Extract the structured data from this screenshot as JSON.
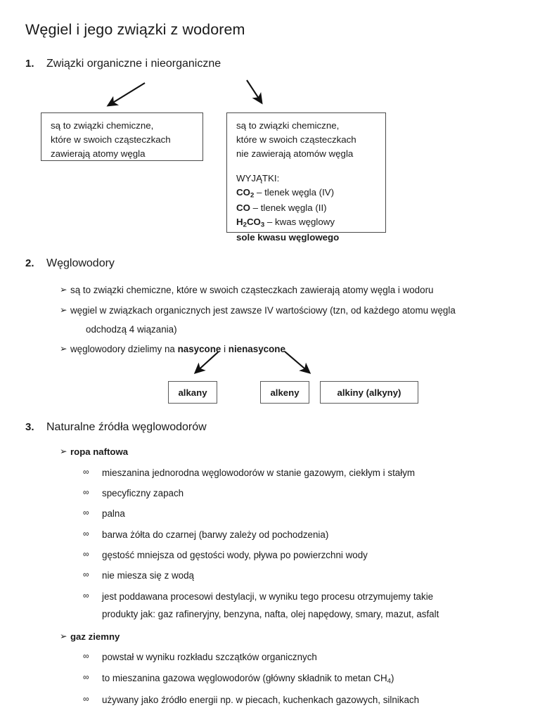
{
  "document": {
    "title": "Węgiel i jego związki z wodorem"
  },
  "sections": [
    {
      "number": "1.",
      "heading": "Związki organiczne i nieorganiczne",
      "boxes": {
        "organic": {
          "line1": "są to związki chemiczne,",
          "line2": "które w swoich cząsteczkach",
          "line3": "zawierają atomy węgla"
        },
        "inorganic": {
          "line1": "są to związki chemiczne,",
          "line2": "które w swoich cząsteczkach",
          "line3": "nie zawierają atomów węgla",
          "exceptions_label": "WYJĄTKI:",
          "exceptions": [
            {
              "formula_html": "CO<sub>2</sub>",
              "desc": " – tlenek węgla (IV)"
            },
            {
              "formula_html": "CO",
              "desc": " – tlenek węgla (II)"
            },
            {
              "formula_html": "H<sub>2</sub>CO<sub>3</sub>",
              "desc": " – kwas węglowy"
            },
            {
              "formula_html": "sole kwasu węglowego",
              "desc": ""
            }
          ]
        }
      }
    },
    {
      "number": "2.",
      "heading": "Węglowodory",
      "bullets": [
        {
          "marker": "➢",
          "text": "są to związki chemiczne, które w swoich cząsteczkach zawierają atomy węgla i wodoru"
        },
        {
          "marker": "➢",
          "text": "węgiel w związkach organicznych jest zawsze IV wartościowy (tzn, od każdego atomu węgla",
          "continuation": "odchodzą 4 wiązania)"
        },
        {
          "marker": "➢",
          "html": "węglowodory dzielimy na <b>nasycone</b> i <b>nienasycone</b>"
        }
      ],
      "tagboxes": [
        {
          "label": "alkany"
        },
        {
          "label": "alkeny"
        },
        {
          "label": "alkiny (alkyny)"
        }
      ]
    },
    {
      "number": "3.",
      "heading": "Naturalne źródła węglowodorów",
      "groups": [
        {
          "marker": "➢",
          "title": "ropa naftowa",
          "items": [
            {
              "marker": "∞",
              "text": "mieszanina jednorodna węglowodorów w stanie gazowym, ciekłym i stałym"
            },
            {
              "marker": "∞",
              "text": "specyficzny zapach"
            },
            {
              "marker": "∞",
              "text": "palna"
            },
            {
              "marker": "∞",
              "text": "barwa żółta do czarnej (barwy zależy od pochodzenia)"
            },
            {
              "marker": "∞",
              "text": "gęstość mniejsza od gęstości wody, pływa po powierzchni wody"
            },
            {
              "marker": "∞",
              "text": "nie miesza się z wodą"
            },
            {
              "marker": "∞",
              "text": "jest poddawana procesowi destylacji, w wyniku tego procesu otrzymujemy takie",
              "continuation": "produkty jak: gaz rafineryjny, benzyna, nafta, olej napędowy, smary, mazut, asfalt"
            }
          ]
        },
        {
          "marker": "➢",
          "title": "gaz ziemny",
          "items": [
            {
              "marker": "∞",
              "text": "powstał w wyniku rozkładu szczątków organicznych"
            },
            {
              "marker": "∞",
              "html": "to mieszanina gazowa węglowodorów (główny składnik to metan CH<sub>4</sub>)"
            },
            {
              "marker": "∞",
              "text": "używany jako źródło energii np. w piecach, kuchenkach gazowych, silnikach"
            }
          ]
        }
      ]
    }
  ],
  "colors": {
    "text": "#1a1a1a",
    "box_border": "#4a4a4a",
    "page_background": "#ffffff"
  }
}
